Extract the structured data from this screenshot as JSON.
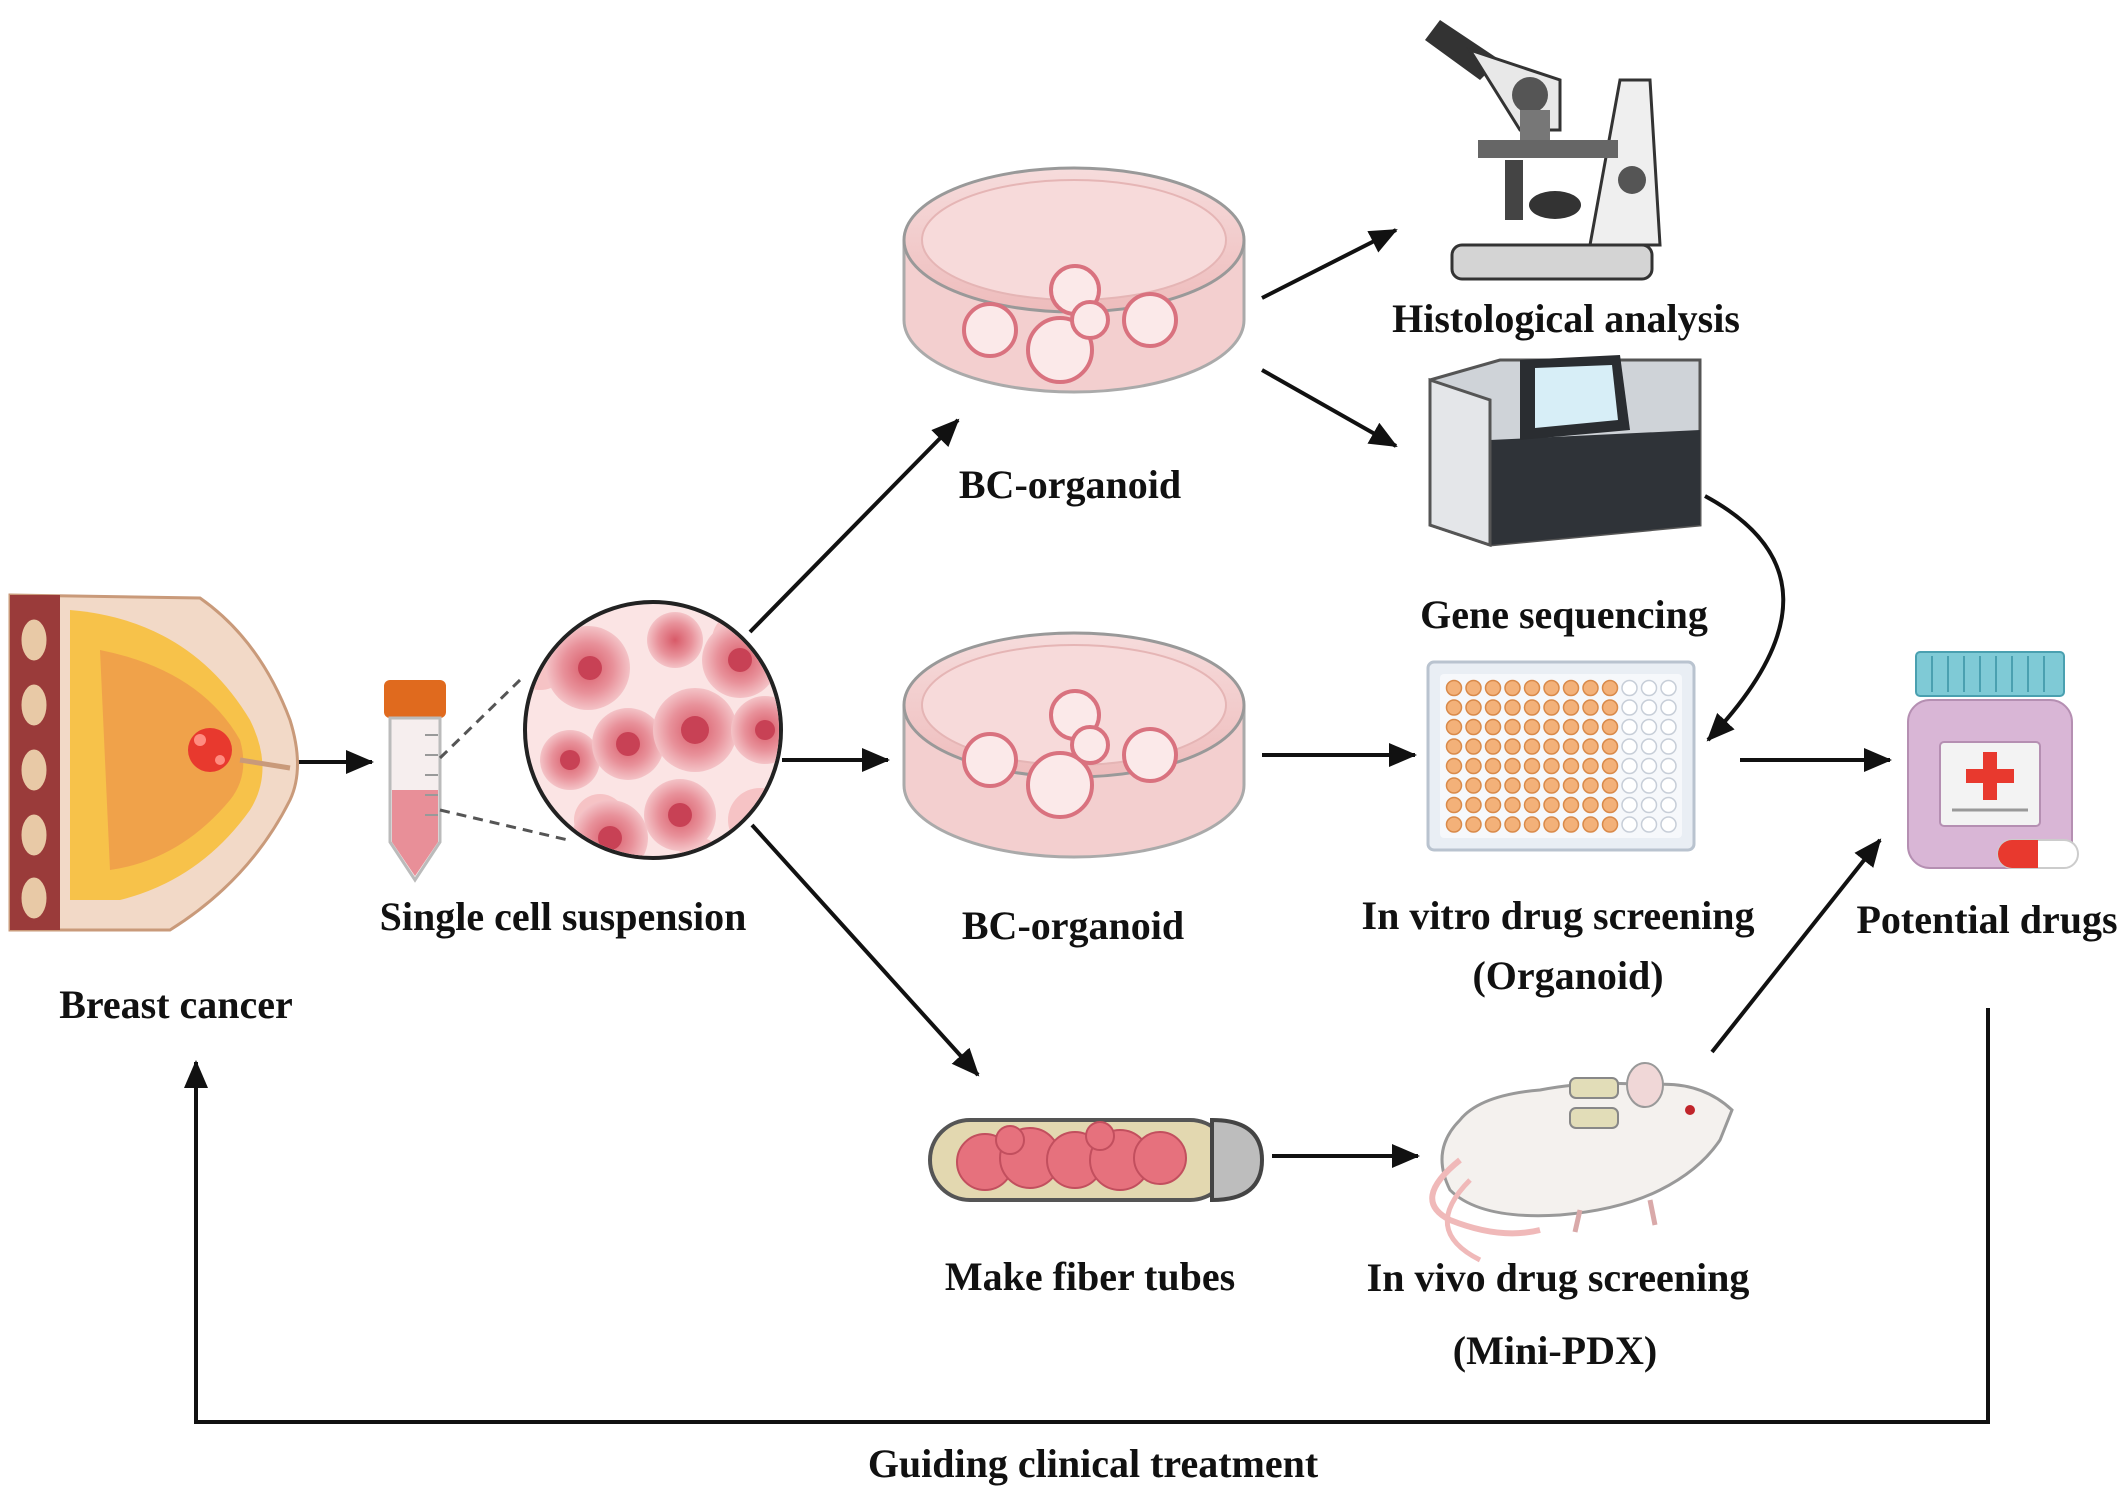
{
  "nodes": {
    "breast_cancer": "Breast cancer",
    "single_cell": "Single cell suspension",
    "bc_organoid_top": "BC-organoid",
    "bc_organoid_mid": "BC-organoid",
    "fiber_tubes": "Make fiber tubes",
    "histological": "Histological analysis",
    "gene_seq": "Gene sequencing",
    "in_vitro_line1": "In vitro drug screening",
    "in_vitro_line2": "(Organoid)",
    "in_vivo_line1": "In vivo drug screening",
    "in_vivo_line2": "(Mini-PDX)",
    "potential_drugs": "Potential drugs",
    "guiding": "Guiding clinical treatment"
  },
  "icons": {
    "breast": "breast-anatomy-icon",
    "tube": "centrifuge-tube-icon",
    "cells": "cell-magnifier-icon",
    "dish": "petri-dish-icon",
    "fiber": "fiber-tube-icon",
    "microscope": "microscope-icon",
    "sequencer": "gene-sequencer-icon",
    "plate": "well-plate-icon",
    "mouse": "mouse-icon",
    "drug": "drug-bottle-icon"
  },
  "colors": {
    "arrow": "#111111",
    "dish_pink": "#f2c7c7",
    "cell_pink": "#e07a85",
    "orange": "#f0a24a",
    "well_orange": "#f3b179",
    "cap_blue": "#7fcad6",
    "bottle_purple": "#d9b6d6",
    "cross_red": "#e8392e"
  }
}
